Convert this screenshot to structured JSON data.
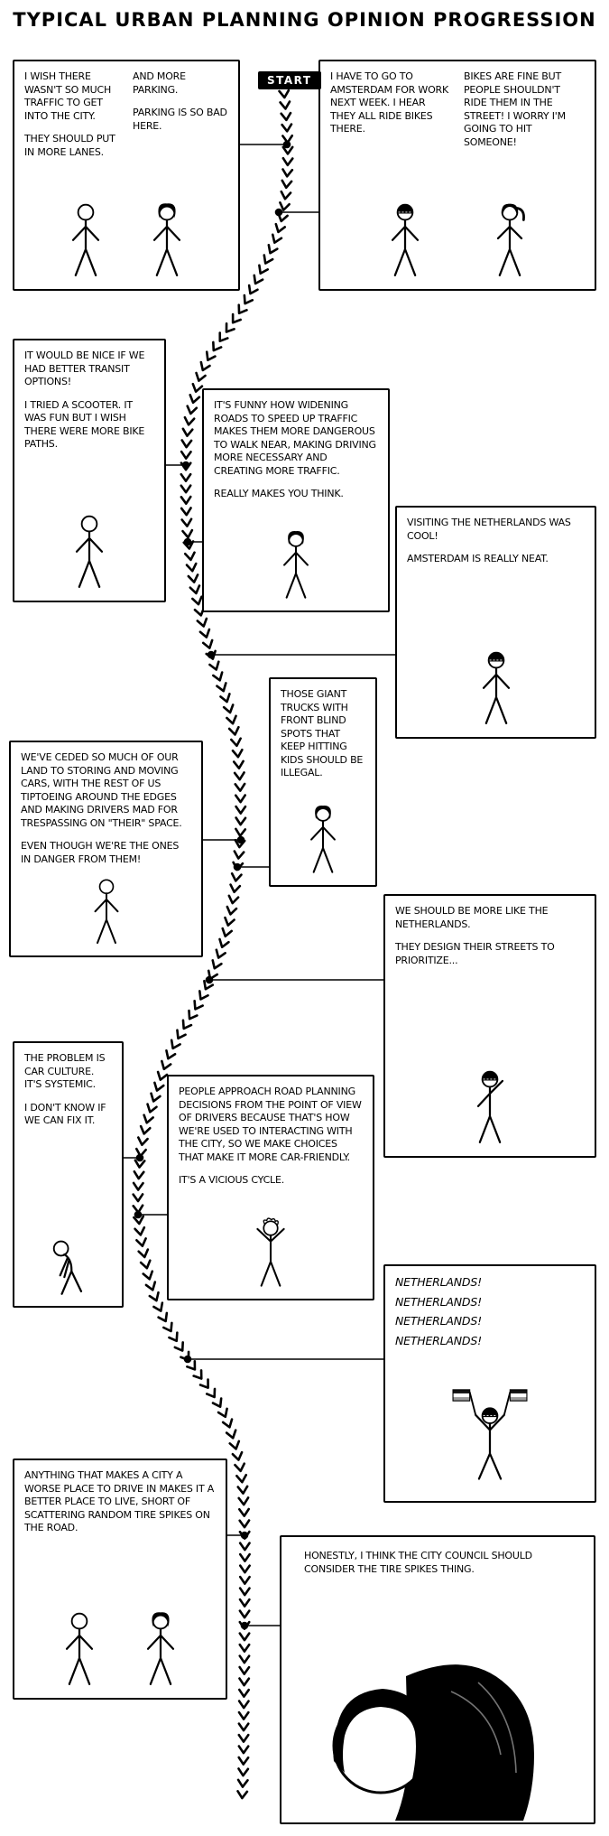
{
  "ink_color": "#000000",
  "paper_color": "#ffffff",
  "title": "TYPICAL URBAN PLANNING OPINION PROGRESSION",
  "start_label": "START",
  "panels": [
    {
      "name": "more-lanes",
      "columns": [
        {
          "paragraphs": [
            "I WISH THERE WASN'T SO MUCH TRAFFIC TO GET INTO THE CITY.",
            "THEY SHOULD PUT IN MORE LANES."
          ]
        },
        {
          "paragraphs": [
            "AND MORE PARKING.",
            "PARKING IS SO BAD HERE."
          ]
        }
      ],
      "figures": [
        "stick-figure",
        "dark-hair-figure"
      ]
    },
    {
      "name": "amsterdam-trip",
      "columns": [
        {
          "paragraphs": [
            "I HAVE TO GO TO AMSTERDAM FOR WORK NEXT WEEK. I HEAR THEY ALL RIDE BIKES THERE."
          ]
        },
        {
          "paragraphs": [
            "BIKES ARE FINE BUT PEOPLE SHOULDN'T RIDE THEM IN THE STREET! I WORRY I'M GOING TO HIT SOMEONE!"
          ]
        }
      ],
      "figures": [
        "beanie-figure",
        "ponytail-figure"
      ]
    },
    {
      "name": "transit-options",
      "columns": [
        {
          "paragraphs": [
            "IT WOULD BE NICE IF WE HAD BETTER TRANSIT OPTIONS!",
            "I TRIED A SCOOTER. IT WAS FUN BUT I WISH THERE WERE MORE BIKE PATHS."
          ]
        }
      ],
      "figures": [
        "stick-figure"
      ]
    },
    {
      "name": "widening-roads",
      "columns": [
        {
          "paragraphs": [
            "IT'S FUNNY HOW WIDENING ROADS TO SPEED UP TRAFFIC MAKES THEM MORE DANGEROUS TO WALK NEAR, MAKING DRIVING MORE NECESSARY AND CREATING MORE TRAFFIC.",
            "REALLY MAKES YOU THINK."
          ]
        }
      ],
      "figures": [
        "dark-hair-figure"
      ]
    },
    {
      "name": "visiting-netherlands",
      "columns": [
        {
          "paragraphs": [
            "VISITING THE NETHERLANDS WAS COOL!",
            "AMSTERDAM IS REALLY NEAT."
          ]
        }
      ],
      "figures": [
        "beanie-figure"
      ]
    },
    {
      "name": "giant-trucks",
      "columns": [
        {
          "paragraphs": [
            "THOSE GIANT TRUCKS WITH FRONT BLIND SPOTS THAT KEEP HITTING KIDS SHOULD BE ILLEGAL."
          ]
        }
      ],
      "figures": [
        "dark-hair-figure"
      ]
    },
    {
      "name": "ceded-land",
      "columns": [
        {
          "paragraphs": [
            "WE'VE CEDED SO MUCH OF OUR LAND TO STORING AND MOVING CARS, WITH THE REST OF US TIPTOEING AROUND THE EDGES AND MAKING DRIVERS MAD FOR TRESPASSING ON \"THEIR\" SPACE.",
            "EVEN THOUGH WE'RE THE ONES IN DANGER FROM THEM!"
          ]
        }
      ],
      "figures": [
        "stick-figure"
      ]
    },
    {
      "name": "like-the-netherlands",
      "columns": [
        {
          "paragraphs": [
            "WE SHOULD BE MORE LIKE THE NETHERLANDS.",
            "THEY DESIGN THEIR STREETS TO PRIORITIZE..."
          ]
        }
      ],
      "figures": [
        "beanie-figure-pointing"
      ]
    },
    {
      "name": "car-culture",
      "columns": [
        {
          "paragraphs": [
            "THE PROBLEM IS CAR CULTURE. IT'S SYSTEMIC.",
            "I DON'T KNOW IF WE CAN FIX IT."
          ]
        }
      ],
      "figures": [
        "slumped-figure"
      ]
    },
    {
      "name": "vicious-cycle",
      "columns": [
        {
          "paragraphs": [
            "PEOPLE APPROACH ROAD PLANNING DECISIONS FROM THE POINT OF VIEW OF DRIVERS BECAUSE THAT'S HOW WE'RE USED TO INTERACTING WITH THE CITY, SO WE MAKE CHOICES THAT MAKE IT MORE CAR-FRIENDLY.",
            "IT'S A VICIOUS CYCLE."
          ]
        }
      ],
      "figures": [
        "arms-raised-figure"
      ]
    },
    {
      "name": "netherlands-chant",
      "columns": [
        {
          "paragraphs": [
            "NETHERLANDS!",
            "NETHERLANDS!",
            "NETHERLANDS!",
            "NETHERLANDS!"
          ]
        }
      ],
      "figures": [
        "beanie-figure-with-flags"
      ]
    },
    {
      "name": "worse-to-drive",
      "columns": [
        {
          "paragraphs": [
            "ANYTHING THAT MAKES A CITY A WORSE PLACE TO DRIVE IN MAKES IT A BETTER PLACE TO LIVE, SHORT OF SCATTERING RANDOM TIRE SPIKES ON THE ROAD."
          ]
        }
      ],
      "figures": [
        "stick-figure",
        "dark-hair-figure"
      ]
    },
    {
      "name": "tire-spikes",
      "columns": [
        {
          "paragraphs": [
            "HONESTLY, I THINK THE CITY COUNCIL SHOULD CONSIDER THE TIRE SPIKES THING."
          ]
        }
      ],
      "figures": [
        "long-hair-closeup-figure"
      ]
    }
  ]
}
